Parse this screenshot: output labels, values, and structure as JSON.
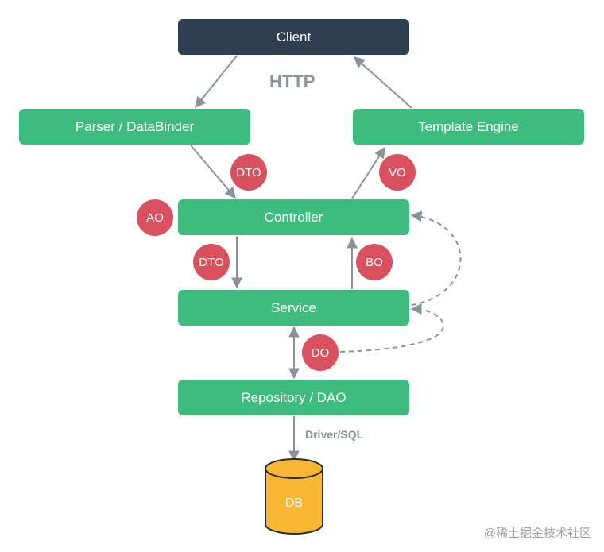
{
  "nodes": {
    "client": "Client",
    "parser": "Parser / DataBinder",
    "template_engine": "Template Engine",
    "controller": "Controller",
    "service": "Service",
    "repository": "Repository / DAO",
    "db": "DB"
  },
  "badges": {
    "dto_parser_controller": "DTO",
    "vo": "VO",
    "ao": "AO",
    "dto_controller_service": "DTO",
    "bo": "BO",
    "do": "DO"
  },
  "labels": {
    "http": "HTTP",
    "driver_sql": "Driver/SQL"
  },
  "watermark": "@稀土掘金技术社区",
  "colors": {
    "node_green": "#3dbc7d",
    "client_navy": "#2f3f52",
    "badge_red": "#d9505e",
    "db_yellow": "#f7b733",
    "arrow_gray": "#8a939c"
  }
}
